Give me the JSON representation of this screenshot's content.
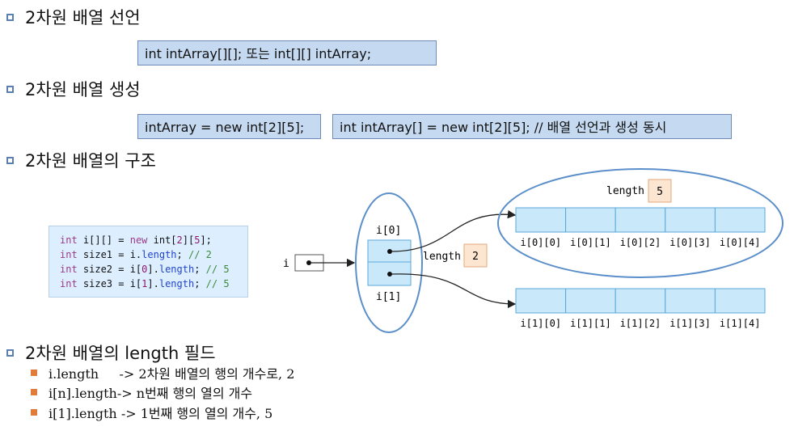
{
  "sections": [
    {
      "title": "2차원 배열 선언"
    },
    {
      "title": "2차원 배열 생성"
    },
    {
      "title": "2차원 배열의 구조"
    },
    {
      "title": "2차원 배열의 length 필드"
    }
  ],
  "declaration": {
    "text": "int intArray[][];     또는  int[][] intArray;"
  },
  "creation": {
    "box1": "intArray = new int[2][5];",
    "box2": "int intArray[] = new int[2][5]; // 배열 선언과 생성 동시"
  },
  "code": {
    "line1": {
      "kw": "int",
      "a": " i[][] = ",
      "kw2": "new",
      "b": " int[",
      "n1": "2",
      "c": "][",
      "n2": "5",
      "d": "];"
    },
    "line2": {
      "kw": "int",
      "a": " size1 = i.",
      "mem": "length",
      "b": "; ",
      "cm": "// 2"
    },
    "line3": {
      "kw": "int",
      "a": " size2 = i[",
      "n": "0",
      "b": "].",
      "mem": "length",
      "c": "; ",
      "cm": "// 5"
    },
    "line4": {
      "kw": "int",
      "a": " size3 = i[",
      "n": "1",
      "b": "].",
      "mem": "length",
      "c": "; ",
      "cm": "// 5"
    }
  },
  "diagram": {
    "var_label": "i",
    "ref_top_label": "i[0]",
    "ref_bottom_label": "i[1]",
    "outer_length_label": "length",
    "outer_length_value": "2",
    "inner_length_label": "length",
    "inner_length_value": "5",
    "row0_cells": [
      "i[0][0]",
      "i[0][1]",
      "i[0][2]",
      "i[0][3]",
      "i[0][4]"
    ],
    "row1_cells": [
      "i[1][0]",
      "i[1][1]",
      "i[1][2]",
      "i[1][3]",
      "i[1][4]"
    ],
    "colors": {
      "cell": "#c9e9fa",
      "cell_border": "#5ba7d8",
      "ellipse": "#5b8fc9",
      "length_box": "#fce6d2"
    }
  },
  "length_items": [
    {
      "text": "i.length     -> 2차원 배열의 행의 개수로, 2"
    },
    {
      "text": "i[n].length-> n번째 행의 열의 개수"
    },
    {
      "text": "i[1].length -> 1번째 행의 열의 개수, 5"
    }
  ]
}
